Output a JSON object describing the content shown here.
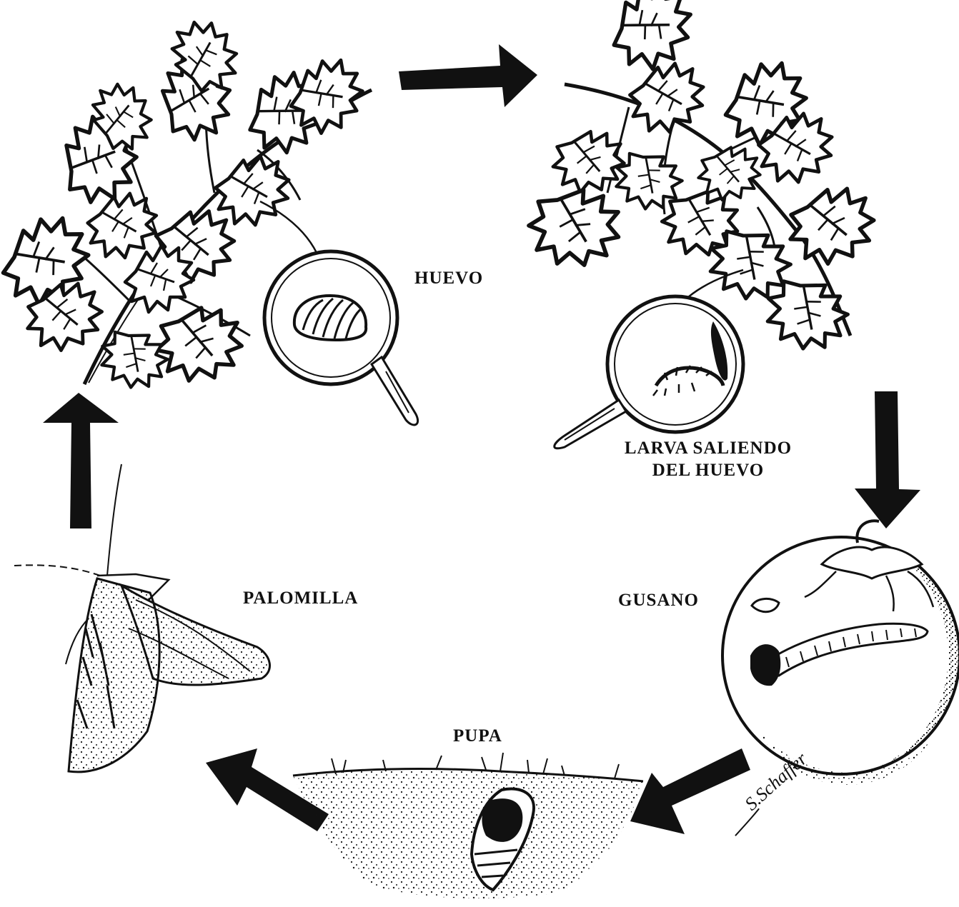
{
  "diagram": {
    "stages": {
      "huevo": {
        "label": "HUEVO"
      },
      "larva": {
        "label_line1": "LARVA SALIENDO",
        "label_line2": "DEL HUEVO"
      },
      "gusano": {
        "label": "GUSANO"
      },
      "pupa": {
        "label": "PUPA"
      },
      "palomilla": {
        "label": "PALOMILLA"
      }
    },
    "signature": "S.Schaffer",
    "colors": {
      "ink": "#111111",
      "paper": "#ffffff"
    }
  }
}
